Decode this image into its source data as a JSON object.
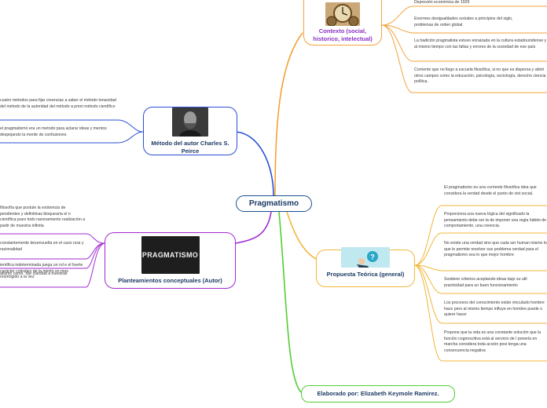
{
  "central": {
    "label": "Pragmatismo"
  },
  "contexto": {
    "title": "Contexto (social, historico, intelectual)",
    "image_icon": "clock-gears-icon",
    "items": [
      "Depresión económica de 1929",
      "Enormes desigualdades sociales a principios del siglo, problemas de orden global",
      "La tradición pragmatista estuvo enraizada en la cultura estadounidense y al mismo tiempo con las fallas y errores de la sociedad de ese país",
      "Corriente que no llego a escuela filosófica, si no que es dispersa y abrió otros campos como la educación, psicología, sociología, derecho ciencia política."
    ]
  },
  "metodo": {
    "title": "Método del autor Charles S. Peirce",
    "image_icon": "portrait-icon",
    "items": [
      "cuatro métodos para fijar creencias a saber el método tenacidad del método de la autoridad del método a priori método científico",
      "el pragmatismo era un metodo para aclarar ideas y mentos despejando la mente de confusiones"
    ]
  },
  "planteamientos": {
    "title": "Planteamientos conceptuales (Autor)",
    "image_text": "PRAGMATISMO",
    "items": [
      "filosofía que postule la existencia de pendientes y definitivas bloquearía el n científica pues todo razonamiento realización a partir de muestra infinita",
      "constantemente desenvuelta en el caos ncia y racionalidad",
      "ientífica indeterminada juega un rol e el fuerte carácter colectivo de la niento es mas restringido a la vez",
      "atismo como \"dar claridad a nuestras"
    ]
  },
  "propuesta": {
    "title": "Propuesta Teórica (general)",
    "image_icon": "person-question-icon",
    "items": [
      "El pragmatismo es una corriente filosófica idea que considera la verdad desde el punto de vist social.",
      "Proporciona una nueva lógica del significado la pensamiento debe ser la de imponer una regla hábito de comportamiento, una creencia.",
      "No existe una verdad sino que cada ser human mismo lo que le permite resolver sus problema verdad para el pragmatismo sea lo que mejor hombre",
      "Sostiene criterios aceptando ideas bajo su util practicidad para un buen funcionamiento",
      "Los procesos del conocimiento están vinculado hombre hace pero al mismo tiempo influye en hombre puede o quiere hacer",
      "Propone que la vida es una constante solución que la función cognoscitiva está al servicio de l ponerla en marcha considera toda acción posi tenga una consecuencia negativa"
    ]
  },
  "credit": {
    "label": "Elaborado por: Elizabeth Keymole Ramirez."
  },
  "colors": {
    "central_border": "#1a4e8a",
    "contexto": "#f2a33a",
    "metodo": "#2b4fd6",
    "planteamientos": "#a02ad0",
    "propuesta": "#f2b63a",
    "credit": "#55cc33"
  }
}
